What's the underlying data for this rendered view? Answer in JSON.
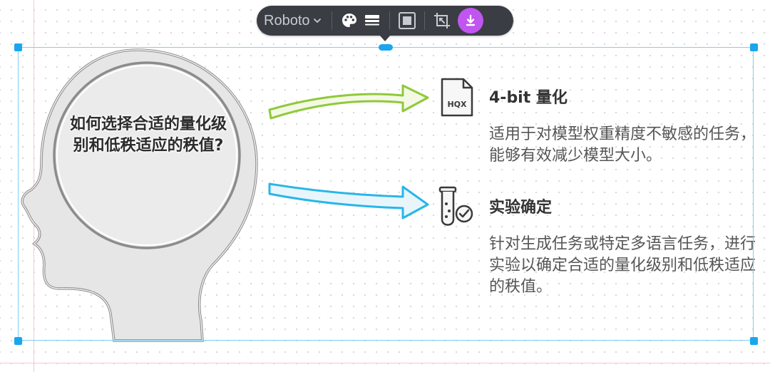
{
  "toolbar": {
    "font_label": "Roboto",
    "buttons": [
      "chevron-down-icon",
      "palette-icon",
      "line-style-icon",
      "border-icon",
      "crop-icon",
      "download-icon"
    ],
    "accent_color": "#c155f0"
  },
  "diagram": {
    "question": "如何选择合适的量化级别和低秩适应的秩值?",
    "items": [
      {
        "title": "4-bit 量化",
        "description": "适用于对模型权重精度不敏感的任务，能够有效减少模型大小。",
        "icon": "hqx-file-icon",
        "badge": "HQX",
        "arrow_color": "#8fc93a"
      },
      {
        "title": "实验确定",
        "description": "针对生成任务或特定多语言任务，进行实验以确定合适的量化级别和低秩适应的秩值。",
        "icon": "test-tube-check-icon",
        "arrow_color": "#29b6e8"
      }
    ]
  },
  "colors": {
    "selection": "#1aa6ee",
    "head_outline": "#8a8a8a"
  }
}
